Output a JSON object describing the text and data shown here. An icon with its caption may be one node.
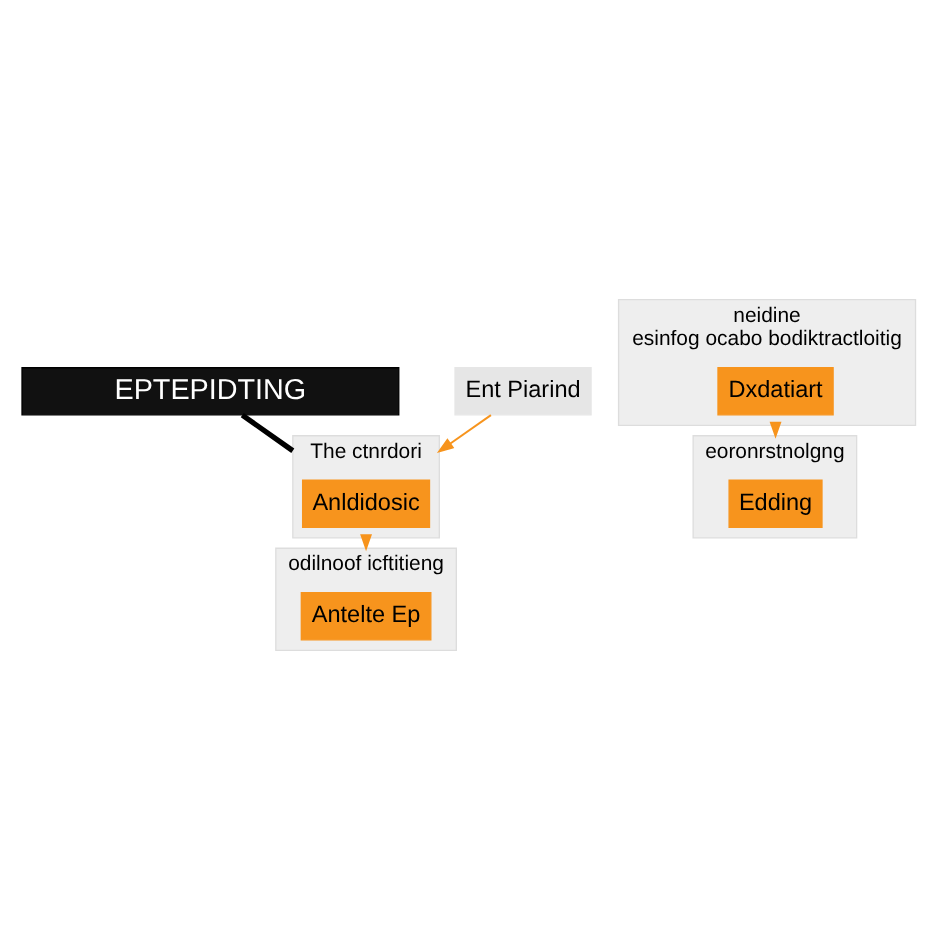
{
  "diagram": {
    "nodes": [
      {
        "text": [
          "EPTEPIDTING"
        ]
      },
      {
        "text": [
          "neidine",
          "esinfog ocabo bodiktractloitig"
        ]
      },
      {
        "text": [
          "Dxdatiart"
        ],
        "in": 1
      },
      {
        "text": [
          "Ent Piarind"
        ]
      },
      {
        "text": [
          "The ctnrdori"
        ]
      },
      {
        "text": [
          "Anldidosic"
        ],
        "in": 4
      },
      {
        "text": [
          "eoronrstnolgng"
        ]
      },
      {
        "text": [
          "Edding"
        ],
        "in": 6
      },
      {
        "text": [
          "odilnoof icftitieng"
        ]
      },
      {
        "text": [
          "Antelte Ep"
        ],
        "in": 8
      }
    ],
    "edges": [
      {
        "from": 0,
        "to": 4,
        "arrow": "none",
        "style": "thick",
        "color": "#000000"
      },
      {
        "from": 3,
        "to": 4,
        "arrow": "to"
      },
      {
        "from": 1,
        "to": 6,
        "arrow": "to"
      },
      {
        "from": 4,
        "to": 8,
        "arrow": "to"
      }
    ]
  }
}
